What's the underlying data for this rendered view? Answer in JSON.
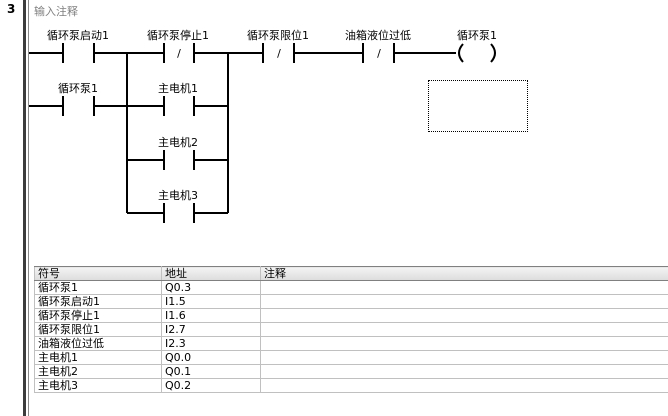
{
  "network": {
    "number": "3",
    "comment": "输入注释"
  },
  "ladder": {
    "contacts": [
      {
        "id": "c1",
        "label": "循环泵启动1",
        "type": "NO"
      },
      {
        "id": "c2",
        "label": "循环泵停止1",
        "type": "NC"
      },
      {
        "id": "c3",
        "label": "循环泵限位1",
        "type": "NC"
      },
      {
        "id": "c4",
        "label": "油箱液位过低",
        "type": "NC"
      },
      {
        "id": "c5",
        "label": "循环泵1",
        "type": "NO"
      },
      {
        "id": "c6",
        "label": "主电机1",
        "type": "NO"
      },
      {
        "id": "c7",
        "label": "主电机2",
        "type": "NO"
      },
      {
        "id": "c8",
        "label": "主电机3",
        "type": "NO"
      }
    ],
    "coil": {
      "label": "循环泵1"
    },
    "nc_mark": "/"
  },
  "symbol_table": {
    "headers": [
      "符号",
      "地址",
      "注释"
    ],
    "rows": [
      {
        "symbol": "循环泵1",
        "address": "Q0.3",
        "comment": ""
      },
      {
        "symbol": "循环泵启动1",
        "address": "I1.5",
        "comment": ""
      },
      {
        "symbol": "循环泵停止1",
        "address": "I1.6",
        "comment": ""
      },
      {
        "symbol": "循环泵限位1",
        "address": "I2.7",
        "comment": ""
      },
      {
        "symbol": "油箱液位过低",
        "address": "I2.3",
        "comment": ""
      },
      {
        "symbol": "主电机1",
        "address": "Q0.0",
        "comment": ""
      },
      {
        "symbol": "主电机2",
        "address": "Q0.1",
        "comment": ""
      },
      {
        "symbol": "主电机3",
        "address": "Q0.2",
        "comment": ""
      }
    ]
  }
}
